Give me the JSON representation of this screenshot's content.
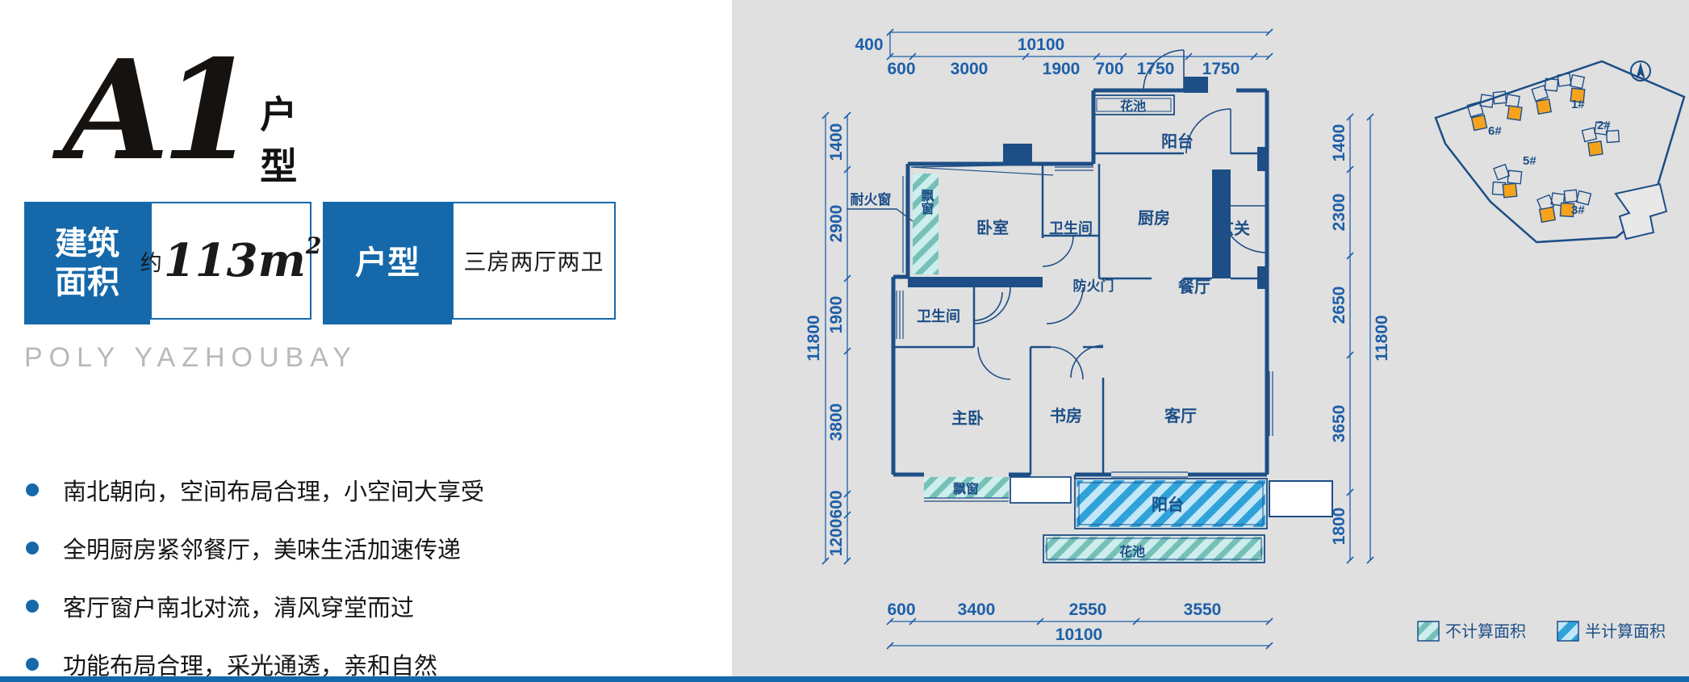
{
  "title": {
    "code": "A1",
    "suffix_top": "户",
    "suffix_bottom": "型"
  },
  "info_boxes": {
    "area": {
      "label_line1": "建筑",
      "label_line2": "面积",
      "prefix": "约",
      "number": "113m",
      "sup": "2"
    },
    "layout": {
      "label": "户型",
      "value": "三房两厅两卫"
    }
  },
  "brand": {
    "name": "POLY YAZHOUBAY"
  },
  "features": [
    "南北朝向，空间布局合理，小空间大享受",
    "全明厨房紧邻餐厅，美味生活加速传递",
    "客厅窗户南北对流，清风穿堂而过",
    "功能布局合理，采光通透，亲和自然"
  ],
  "floorplan": {
    "rooms": {
      "bedroom": "卧室",
      "bath1": "卫生间",
      "kitchen": "厨房",
      "foyer": "玄关",
      "dining": "餐厅",
      "bath2": "卫生间",
      "master": "主卧",
      "study": "书房",
      "living": "客厅",
      "balcony_top": "阳台",
      "flower_top": "花池",
      "bay_window_side": "飘窗",
      "bay_window_bottom": "飘窗",
      "balcony_bottom": "阳台",
      "flower_bottom": "花池"
    },
    "annotations": {
      "fire_window": "耐火窗",
      "fire_door": "防火门"
    },
    "dims": {
      "top": {
        "side": "400",
        "total": "10100",
        "segments": [
          "600",
          "3000",
          "1900",
          "700",
          "1750",
          "1750"
        ]
      },
      "bottom": {
        "total": "10100",
        "segments": [
          "600",
          "3400",
          "2550",
          "3550"
        ]
      },
      "left": {
        "total": "11800",
        "segments": [
          "1400",
          "2900",
          "1900",
          "3800",
          "600",
          "1200"
        ]
      },
      "right": {
        "total": "11800",
        "segments": [
          "1400",
          "2300",
          "2650",
          "3650",
          "1800"
        ]
      }
    }
  },
  "sitemap": {
    "buildings": {
      "b1": "1#",
      "b2": "2#",
      "b3": "3#",
      "b5": "5#",
      "b6": "6#"
    }
  },
  "legend": {
    "not_counted": "不计算面积",
    "half_counted": "半计算面积"
  },
  "colors": {
    "accent": "#1568a9",
    "plan_line": "#1d4e86",
    "dim_line": "#1e5fa8",
    "panel": "#e0e0e0",
    "brand_gray": "#b9b9b9",
    "orange": "#f5a21d",
    "teal_hatch_bg": "#cdeeec",
    "teal_hatch_stripe": "#77c0ba",
    "blue_hatch_bg": "#c3e7f7",
    "blue_hatch_stripe": "#2fa2d9"
  }
}
